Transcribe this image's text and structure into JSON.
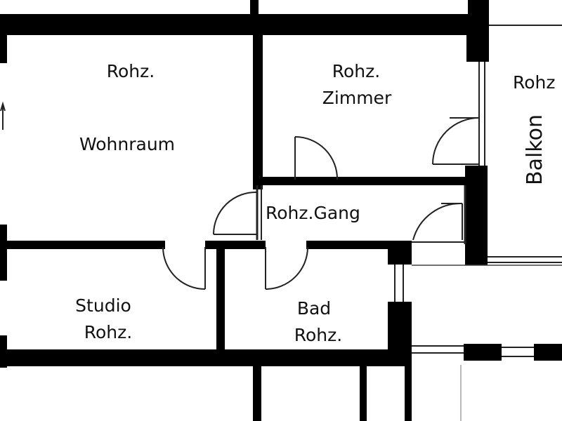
{
  "rooms": {
    "wohnraum": {
      "line1": "Rohz.",
      "line2": "Wohnraum"
    },
    "zimmer": {
      "line1": "Rohz.",
      "line2": "Zimmer"
    },
    "gang": {
      "label": "Rohz.Gang"
    },
    "studio": {
      "line1": "Studio",
      "line2": "Rohz."
    },
    "bad": {
      "line1": "Bad",
      "line2": "Rohz."
    },
    "balkon": {
      "label": "Balkon",
      "partial_label": "Rohz"
    }
  },
  "colors": {
    "wall": "#000000",
    "background": "#ffffff",
    "line": "#222222"
  }
}
